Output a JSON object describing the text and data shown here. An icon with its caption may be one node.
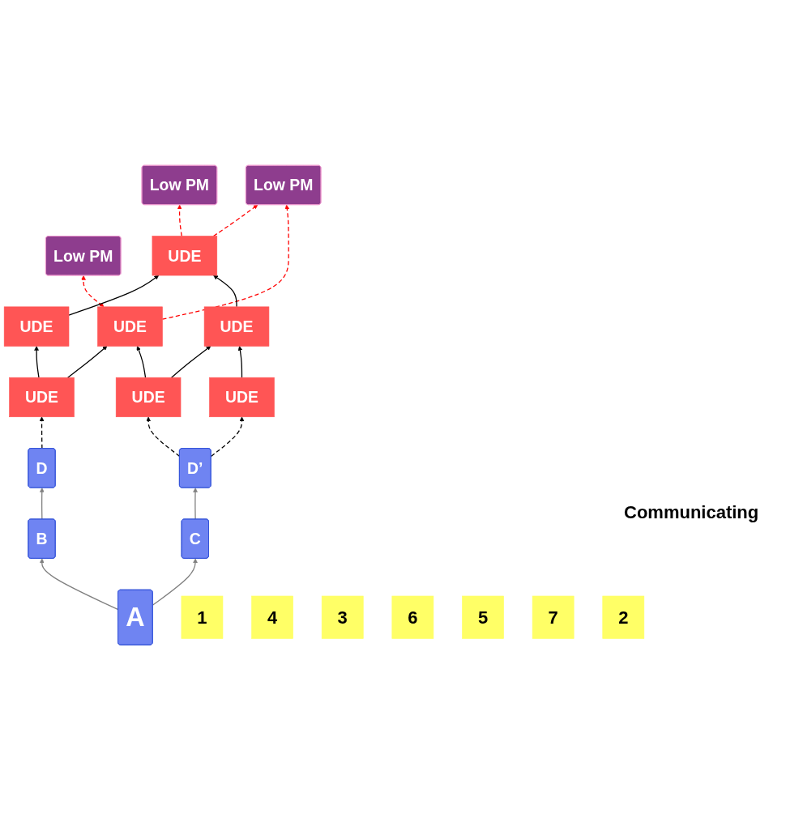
{
  "diagram": {
    "nodes": [
      {
        "text": [
          "Low PM"
        ]
      },
      {
        "text": [
          "Low PM"
        ]
      },
      {
        "text": [
          "Low PM"
        ]
      },
      {
        "text": [
          "UDE"
        ]
      },
      {
        "text": [
          "UDE"
        ]
      },
      {
        "text": [
          "UDE"
        ]
      },
      {
        "text": [
          "UDE"
        ]
      },
      {
        "text": [
          "UDE"
        ]
      },
      {
        "text": [
          "UDE"
        ]
      },
      {
        "text": [
          "UDE"
        ]
      },
      {
        "text": [
          "D"
        ]
      },
      {
        "text": [
          "D’"
        ]
      },
      {
        "text": [
          "B"
        ]
      },
      {
        "text": [
          "C"
        ]
      },
      {
        "text": [
          "A"
        ]
      },
      {
        "text": [
          "1"
        ]
      },
      {
        "text": [
          "4"
        ]
      },
      {
        "text": [
          "3"
        ]
      },
      {
        "text": [
          "6"
        ]
      },
      {
        "text": [
          "5"
        ]
      },
      {
        "text": [
          "7"
        ]
      },
      {
        "text": [
          "2"
        ]
      }
    ],
    "edges": [
      {
        "from": 3,
        "to": 0,
        "arrow": "to",
        "style": "dashed",
        "color": "#ff0000"
      },
      {
        "from": 3,
        "to": 2,
        "arrow": "to",
        "style": "dashed",
        "color": "#ff0000"
      },
      {
        "from": 5,
        "to": 1,
        "arrow": "both",
        "style": "dashed",
        "color": "#ff0000"
      },
      {
        "from": 5,
        "to": 2,
        "arrow": "to",
        "style": "dashed",
        "color": "#ff0000"
      },
      {
        "from": 4,
        "to": 3,
        "arrow": "to"
      },
      {
        "from": 6,
        "to": 3,
        "arrow": "to"
      },
      {
        "from": 7,
        "to": 4,
        "arrow": "to"
      },
      {
        "from": 7,
        "to": 5,
        "arrow": "to"
      },
      {
        "from": 8,
        "to": 5,
        "arrow": "to"
      },
      {
        "from": 8,
        "to": 6,
        "arrow": "to"
      },
      {
        "from": 9,
        "to": 6,
        "arrow": "to"
      },
      {
        "from": 10,
        "to": 7,
        "arrow": "to",
        "style": "dashed"
      },
      {
        "from": 11,
        "to": 8,
        "arrow": "to",
        "style": "dashed"
      },
      {
        "from": 11,
        "to": 9,
        "arrow": "to",
        "style": "dashed"
      },
      {
        "from": 12,
        "to": 10,
        "arrow": "to",
        "color": "#808080"
      },
      {
        "from": 13,
        "to": 11,
        "arrow": "to",
        "color": "#808080"
      },
      {
        "from": 14,
        "to": 12,
        "arrow": "to",
        "color": "#808080"
      },
      {
        "from": 14,
        "to": 13,
        "arrow": "to",
        "color": "#808080"
      }
    ],
    "labels": [
      "Communicating"
    ]
  }
}
